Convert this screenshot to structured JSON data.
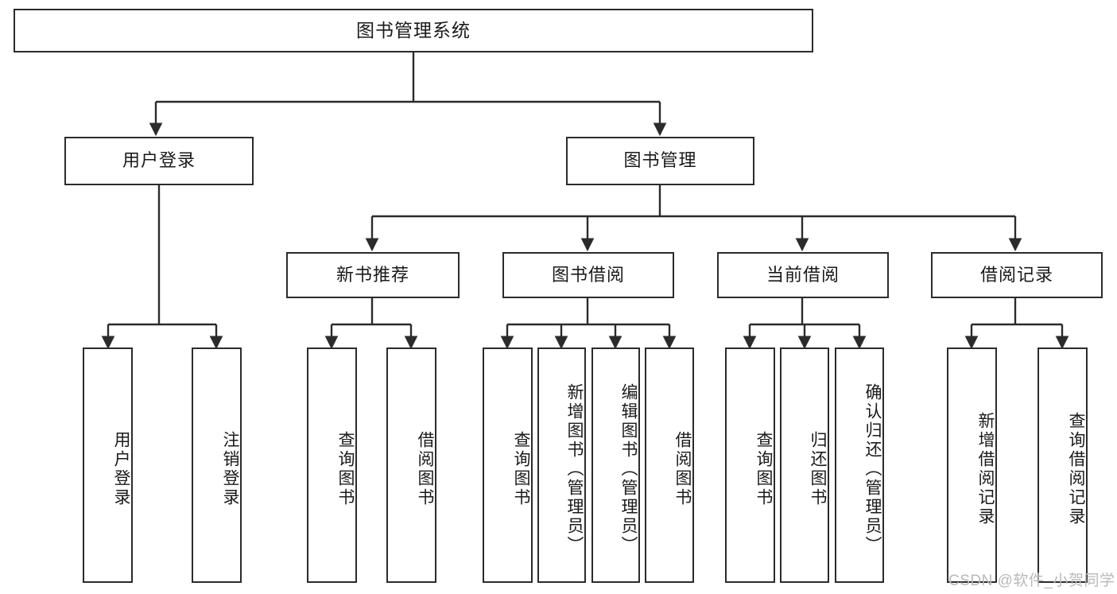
{
  "diagram": {
    "title": "图书管理系统",
    "type": "tree",
    "colors": {
      "box_border": "#2b2b2b",
      "box_fill": "#ffffff",
      "edge": "#2b2b2b",
      "text": "#1a1a1a",
      "watermark": "#b9b9b9"
    },
    "nodes": {
      "root": {
        "label": "图书管理系统",
        "orientation": "horizontal"
      },
      "level2": [
        {
          "id": "user-login",
          "label": "用户登录",
          "orientation": "horizontal"
        },
        {
          "id": "book-management",
          "label": "图书管理",
          "orientation": "horizontal"
        }
      ],
      "level3": [
        {
          "id": "new-book-recommend",
          "label": "新书推荐",
          "orientation": "horizontal"
        },
        {
          "id": "book-borrow",
          "label": "图书借阅",
          "orientation": "horizontal"
        },
        {
          "id": "current-borrow",
          "label": "当前借阅",
          "orientation": "horizontal"
        },
        {
          "id": "borrow-record",
          "label": "借阅记录",
          "orientation": "horizontal"
        }
      ],
      "leaves": [
        {
          "id": "leaf-user-login",
          "label": "用户登录",
          "parent": "user-login",
          "orientation": "vertical"
        },
        {
          "id": "leaf-user-logout",
          "label": "注销登录",
          "parent": "user-login",
          "orientation": "vertical"
        },
        {
          "id": "leaf-query-book-1",
          "label": "查询图书",
          "parent": "new-book-recommend",
          "orientation": "vertical"
        },
        {
          "id": "leaf-borrow-book-1",
          "label": "借阅图书",
          "parent": "new-book-recommend",
          "orientation": "vertical"
        },
        {
          "id": "leaf-query-book-2",
          "label": "查询图书",
          "parent": "book-borrow",
          "orientation": "vertical"
        },
        {
          "id": "leaf-add-book",
          "label": "新增图书（管理员）",
          "parent": "book-borrow",
          "orientation": "vertical"
        },
        {
          "id": "leaf-edit-book",
          "label": "编辑图书（管理员）",
          "parent": "book-borrow",
          "orientation": "vertical"
        },
        {
          "id": "leaf-borrow-book-2",
          "label": "借阅图书",
          "parent": "book-borrow",
          "orientation": "vertical"
        },
        {
          "id": "leaf-query-book-3",
          "label": "查询图书",
          "parent": "current-borrow",
          "orientation": "vertical"
        },
        {
          "id": "leaf-return-book",
          "label": "归还图书",
          "parent": "current-borrow",
          "orientation": "vertical"
        },
        {
          "id": "leaf-confirm-return",
          "label": "确认归还（管理员）",
          "parent": "current-borrow",
          "orientation": "vertical"
        },
        {
          "id": "leaf-add-record",
          "label": "新增借阅记录",
          "parent": "borrow-record",
          "orientation": "vertical"
        },
        {
          "id": "leaf-query-record",
          "label": "查询借阅记录",
          "parent": "borrow-record",
          "orientation": "vertical"
        }
      ]
    },
    "watermark": "CSDN @软件_小贺同学"
  }
}
